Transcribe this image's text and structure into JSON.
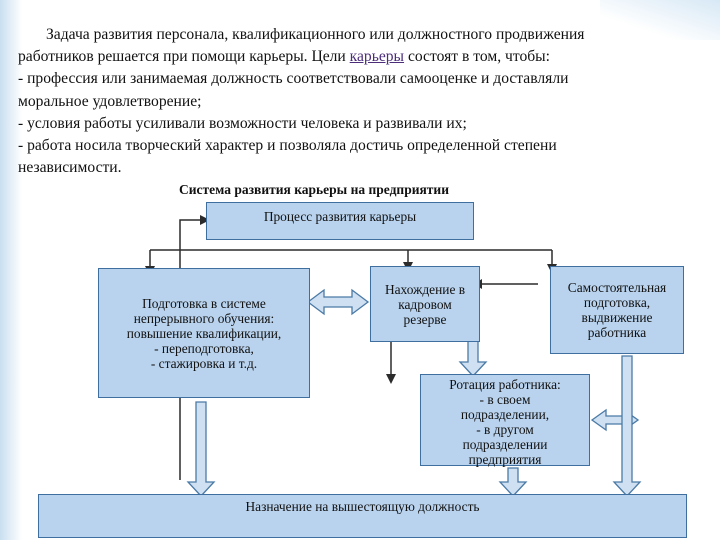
{
  "intro": {
    "line1": "Задача развития персонала, квалификационного или должностного продвижения",
    "line2_before": "работников решается при помощи карьеры. Цели ",
    "line2_link": "карьеры",
    "line2_after": " состоят в том, чтобы:",
    "line3": "- профессия или занимаемая должность соответствовали самооценке и доставляли",
    "line4": "моральное удовлетворение;",
    "line5": "- условия работы усиливали возможности человека и развивали их;",
    "line6": "- работа носила творческий характер и позволяла достичь определенной степени",
    "line7": "независимости."
  },
  "diagram": {
    "title": "Система развития карьеры на предприятии",
    "process": "Процесс развития карьеры",
    "training": "Подготовка в системе\nнепрерывного обучения:\nповышение квалификации,\n- переподготовка,\n- стажировка и т.д.",
    "reserve": "Нахождение в\nкадровом\nрезерве",
    "self": "Самостоятельная\nподготовка,\nвыдвижение\nработника",
    "rotation": "Ротация работника:\n- в своем\nподразделении,\n- в другом\nподразделении\nпредприятия",
    "appointment": "Назначение на вышестоящую должность"
  },
  "colors": {
    "box_fill": "#b9d3ee",
    "box_border": "#3e6f9f",
    "arrow_fill": "#cfe0f2",
    "arrow_stroke": "#4a7aa6",
    "link": "#4b2d7a"
  }
}
